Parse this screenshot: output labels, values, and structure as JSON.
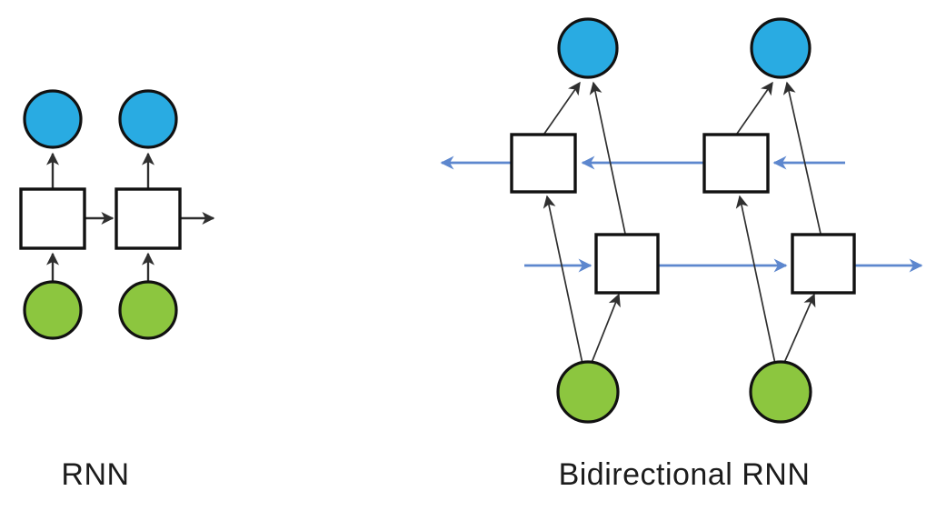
{
  "page": {
    "background": "#ffffff",
    "text_color": "#1c1c1c"
  },
  "colors": {
    "page_bg": "#ffffff",
    "text": "#1c1c1c",
    "output_fill": "#29abe2",
    "input_fill": "#8cc63f",
    "hidden_fill": "#ffffff",
    "outline": "#111111",
    "edge": "#2f2f2f",
    "flow": "#5d87ce"
  },
  "diagrams": [
    {
      "label": "RNN",
      "type": "recurrent-neural-network",
      "timesteps": 2,
      "layers": [
        {
          "role": "output",
          "shape": "circle",
          "fill": "#29abe2",
          "count": 2
        },
        {
          "role": "hidden",
          "shape": "square",
          "fill": "#ffffff",
          "count": 2
        },
        {
          "role": "input",
          "shape": "circle",
          "fill": "#8cc63f",
          "count": 2
        }
      ],
      "connections": [
        "input t1 → hidden t1",
        "input t2 → hidden t2",
        "hidden t1 → output t1",
        "hidden t2 → output t2",
        "hidden t1 → hidden t2 (rightward)",
        "hidden t2 → next timestep (rightward, open arrow)"
      ]
    },
    {
      "label": "Bidirectional RNN",
      "type": "bidirectional-recurrent-neural-network",
      "timesteps": 2,
      "layers": [
        {
          "role": "output",
          "shape": "circle",
          "fill": "#29abe2",
          "count": 2
        },
        {
          "role": "backward-hidden",
          "shape": "square",
          "fill": "#ffffff",
          "count": 2,
          "flow_direction": "right-to-left",
          "flow_color": "#5d87ce"
        },
        {
          "role": "forward-hidden",
          "shape": "square",
          "fill": "#ffffff",
          "count": 2,
          "flow_direction": "left-to-right",
          "flow_color": "#5d87ce"
        },
        {
          "role": "input",
          "shape": "circle",
          "fill": "#8cc63f",
          "count": 2
        }
      ],
      "connections": [
        "input t1 → backward-hidden t1",
        "input t1 → forward-hidden t1",
        "input t2 → backward-hidden t2",
        "input t2 → forward-hidden t2",
        "backward-hidden t1 → output t1",
        "forward-hidden t1 → output t1",
        "backward-hidden t2 → output t2",
        "forward-hidden t2 → output t2",
        "backward chain: blue arrows point left through backward-hidden row",
        "forward chain: blue arrows point right through forward-hidden row"
      ]
    }
  ]
}
